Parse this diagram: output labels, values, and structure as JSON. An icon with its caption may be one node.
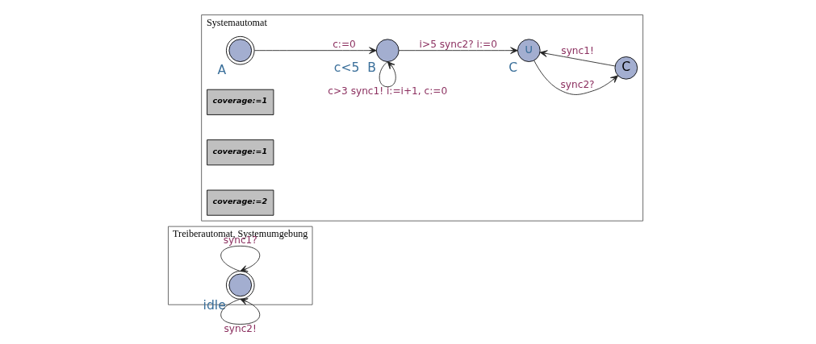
{
  "diagram": {
    "nodes": [
      {
        "text": [
          "Treiberautomat, Systemumgebung"
        ]
      },
      {
        "text": [
          "idle"
        ],
        "in": 0
      },
      {
        "text": [
          "Systemautomat"
        ]
      },
      {
        "text": [
          "A"
        ],
        "in": 2
      },
      {
        "text": [
          "B"
        ],
        "beside": [
          "c<5"
        ],
        "in": 2
      },
      {
        "text": [
          "C",
          "∪"
        ],
        "in": 2
      },
      {
        "text": [
          "C"
        ],
        "in": 2
      },
      {
        "text": [
          "coverage:=1"
        ],
        "in": 2
      },
      {
        "text": [
          "coverage:=1"
        ],
        "in": 2
      },
      {
        "text": [
          "coverage:=2"
        ],
        "in": 2
      }
    ],
    "edges": [
      {
        "from": 1,
        "to": 1,
        "arrow": "to",
        "label": "sync1?"
      },
      {
        "from": 1,
        "to": 1,
        "arrow": "to",
        "label": "sync2!"
      },
      {
        "from": 3,
        "to": 4,
        "arrow": "to",
        "label": "c:=0"
      },
      {
        "from": 4,
        "to": 4,
        "arrow": "to",
        "label": "c>3 sync1! i:=i+1, c:=0"
      },
      {
        "from": 4,
        "to": 5,
        "arrow": "to",
        "label": "i>5 sync2? i:=0"
      },
      {
        "from": 5,
        "to": 6,
        "arrow": "to",
        "label": "sync2?"
      },
      {
        "from": 6,
        "to": 5,
        "arrow": "to",
        "label": "sync1!"
      }
    ]
  }
}
